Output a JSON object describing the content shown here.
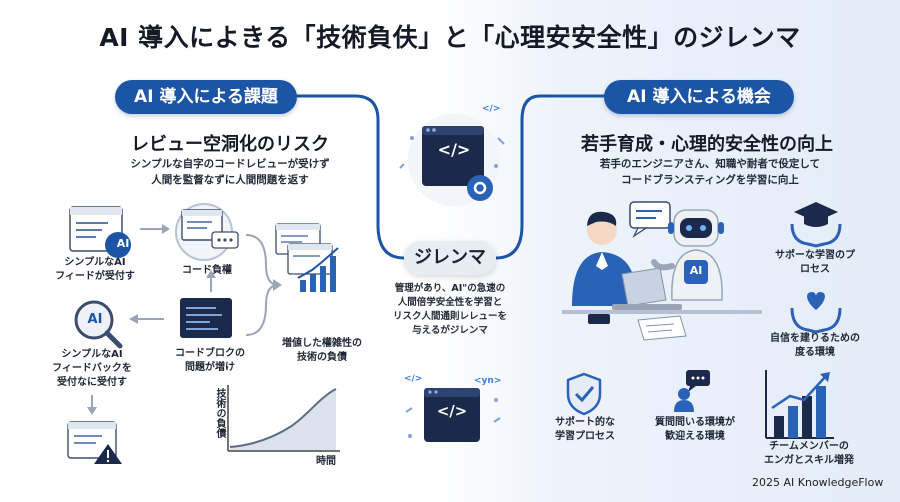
{
  "title": "AI 導入によきる「技術負伕」と「心理安安全性」のジレンマ",
  "left": {
    "pill": "AI 導入による課題",
    "heading": "レビュー空洞化のリスク",
    "desc_line1": "シンプルな自字のコードレビューが受けず",
    "desc_line2": "人間を監督なずに人間問題を返す",
    "items": [
      {
        "line1": "シンプルなAI",
        "line2": "フィードが受付す"
      },
      {
        "line1": "コード負權",
        "line2": ""
      },
      {
        "line1": "コードブロクの",
        "line2": "問題が増け"
      },
      {
        "line1": "シンプルなAI",
        "line2": "フィードバックを",
        "line3": "受付なに受付す"
      },
      {
        "line1": "増値した權雑性の",
        "line2": "技術の負債"
      }
    ],
    "ai_badge": "AI",
    "ai_badge2": "AI",
    "chart_ylabel": "技術の負債",
    "chart_xlabel": "時間"
  },
  "center": {
    "pill": "ジレンマ",
    "desc_line1": "管理があり、AI\"の急速の",
    "desc_line2": "人間倍学安全性を学習と",
    "desc_line3": "リスク人間通則レレューを",
    "desc_line4": "与えるがジレンマ",
    "code_glyph": "</>",
    "tag_code1": "</>",
    "tag_code2": "<yn>",
    "tag_code3": "</>"
  },
  "right": {
    "pill": "AI 導入による機会",
    "heading": "若手育成・心理的安全性の向上",
    "desc_line1": "若手のエンジニアさん、知職や耐者で伇定して",
    "desc_line2": "コードブランスティングを学習に向上",
    "robot_badge": "AI",
    "items": [
      {
        "line1": "サポーな学習のプ",
        "line2": "ロセス"
      },
      {
        "line1": "自信を建りるための",
        "line2": "度る環境"
      },
      {
        "line1": "サポート的な",
        "line2": "学習プロセス"
      },
      {
        "line1": "質問問いる環境が",
        "line2": "歓迎える環境"
      },
      {
        "line1": "チームメンバーの",
        "line2": "エンガとスキル増発"
      }
    ]
  },
  "footer": "2025 AI KnowledgeFlow",
  "colors": {
    "primary": "#1d55a6",
    "dark": "#1b2a4a",
    "accent": "#3d7fd6",
    "light": "#e8edf4"
  }
}
